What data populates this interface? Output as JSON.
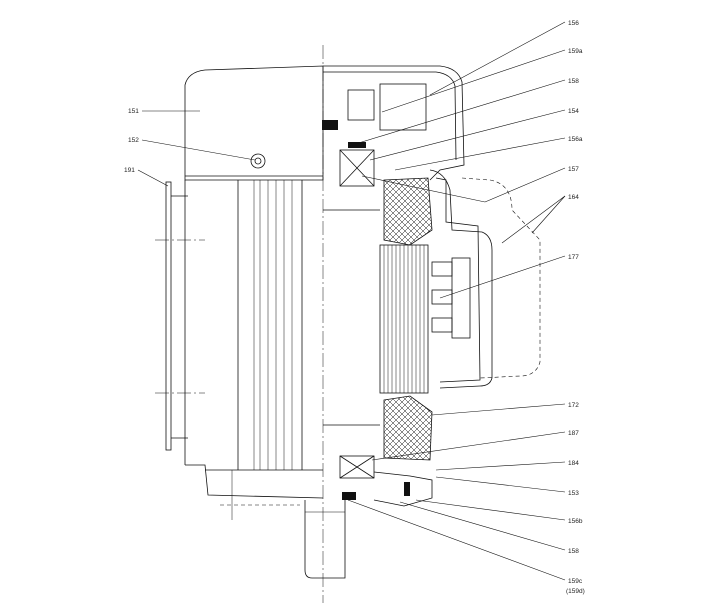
{
  "labels": {
    "l151": "151",
    "l152": "152",
    "l191": "191",
    "l156": "156",
    "l159a": "159a",
    "l158a": "158",
    "l154": "154",
    "l156a": "156a",
    "l157": "157",
    "l164": "164",
    "l177": "177",
    "l172": "172",
    "l187": "187",
    "l184": "184",
    "l153": "153",
    "l156b": "156b",
    "l158b": "158",
    "l159c": "159c",
    "l159d": "(159d)"
  }
}
